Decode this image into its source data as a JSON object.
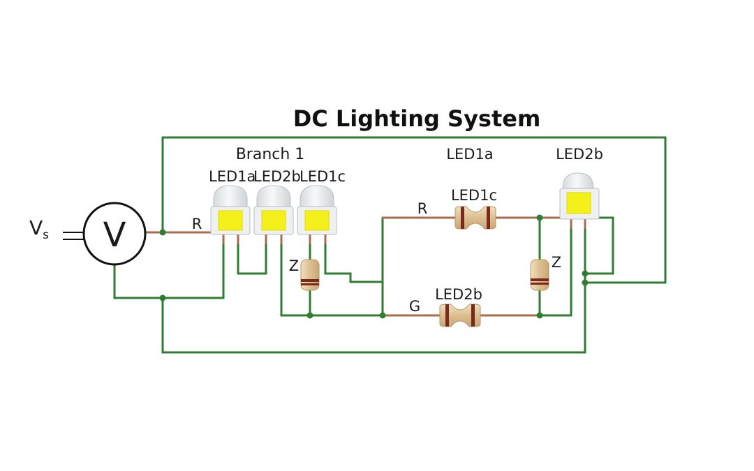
{
  "title": "DC Lighting System",
  "source": {
    "label": "V",
    "name": "V",
    "subscript": "s"
  },
  "labels": {
    "branch": "Branch 1",
    "led_row": [
      "LED1a",
      "LED2b",
      "LED1c"
    ],
    "led1a_right": "LED1a",
    "led2b_right": "LED2b",
    "led1c_resistor": "LED1c",
    "led2b_resistor": "LED2b",
    "r_left": "R",
    "r_middle": "R",
    "g_middle": "G",
    "z_left": "Z",
    "z_right": "Z"
  },
  "colors": {
    "wire_green": "#2e7d32",
    "wire_copper": "#a86b4c",
    "node_dot": "#2e7d32",
    "led_chip": "#f4f01c",
    "led_dome": "#e9ecef",
    "resistor_body": "#e3c9a0",
    "resistor_band": "#7a2a1c"
  }
}
